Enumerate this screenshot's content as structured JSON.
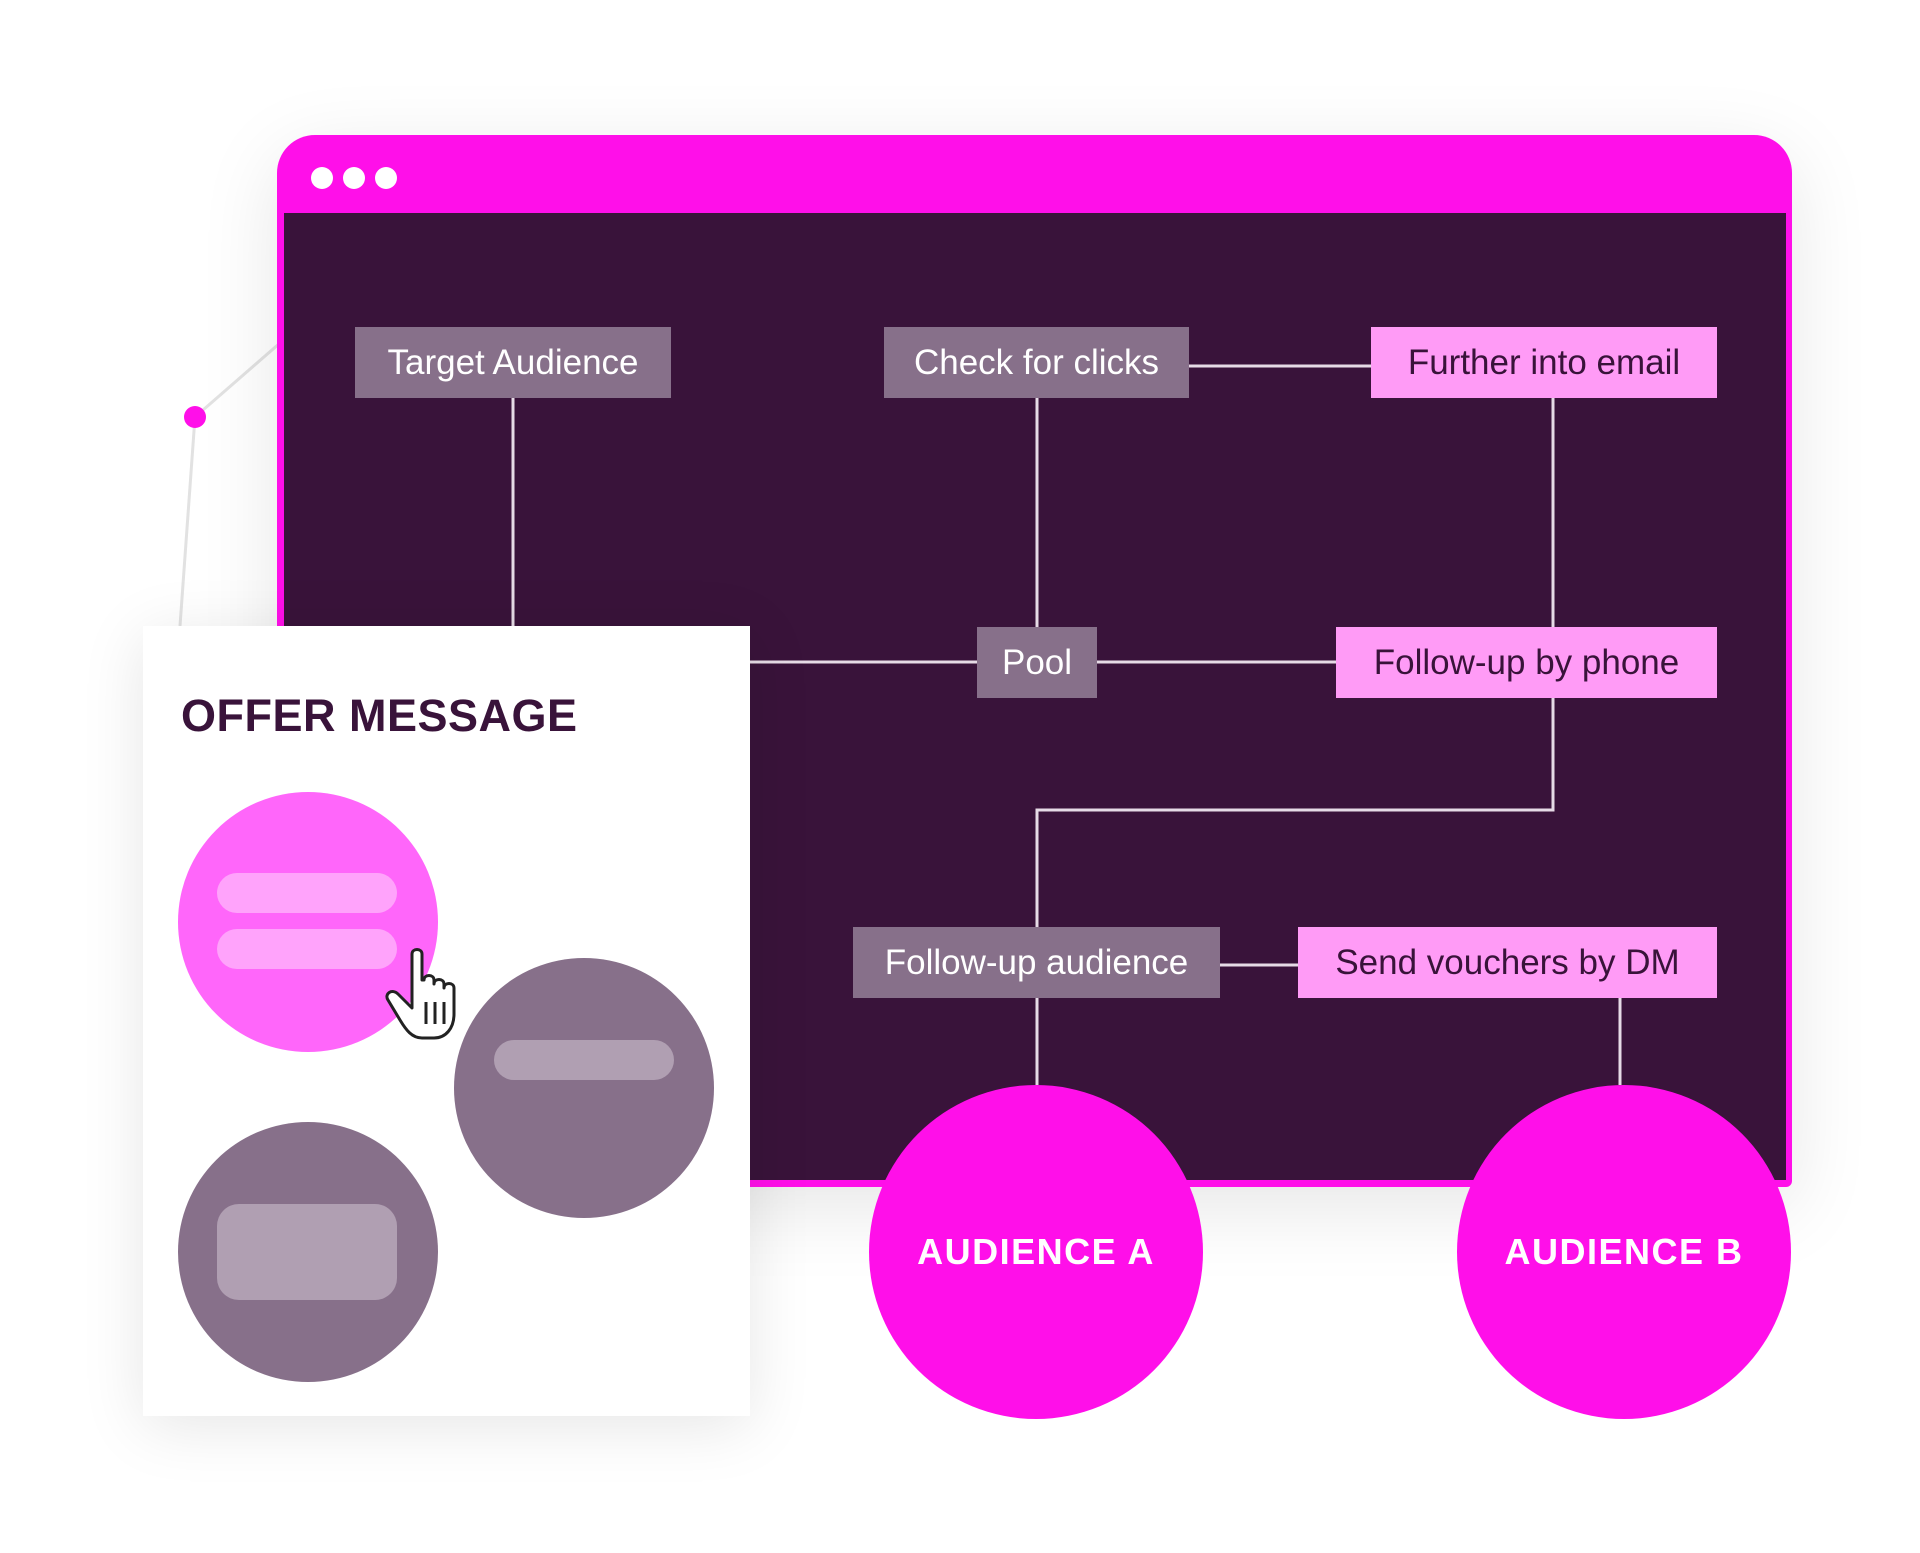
{
  "diagram": {
    "nodes": {
      "target_audience": "Target Audience",
      "check_for_clicks": "Check for clicks",
      "further_into_email": "Further into email",
      "pool": "Pool",
      "follow_up_by_phone": "Follow-up by phone",
      "follow_up_audience": "Follow-up audience",
      "send_vouchers_by_dm": "Send vouchers by DM"
    },
    "audiences": {
      "a": "AUDIENCE A",
      "b": "AUDIENCE B"
    }
  },
  "offer_card": {
    "title": "OFFER MESSAGE"
  },
  "icons": {
    "cursor": "hand-pointer-icon"
  },
  "colors": {
    "accent_magenta": "#ff0fe9",
    "dark_plum": "#39133a",
    "muted_mauve": "#87708a",
    "light_pink": "#ff9bf6",
    "circle_pink": "#ff66fa"
  }
}
